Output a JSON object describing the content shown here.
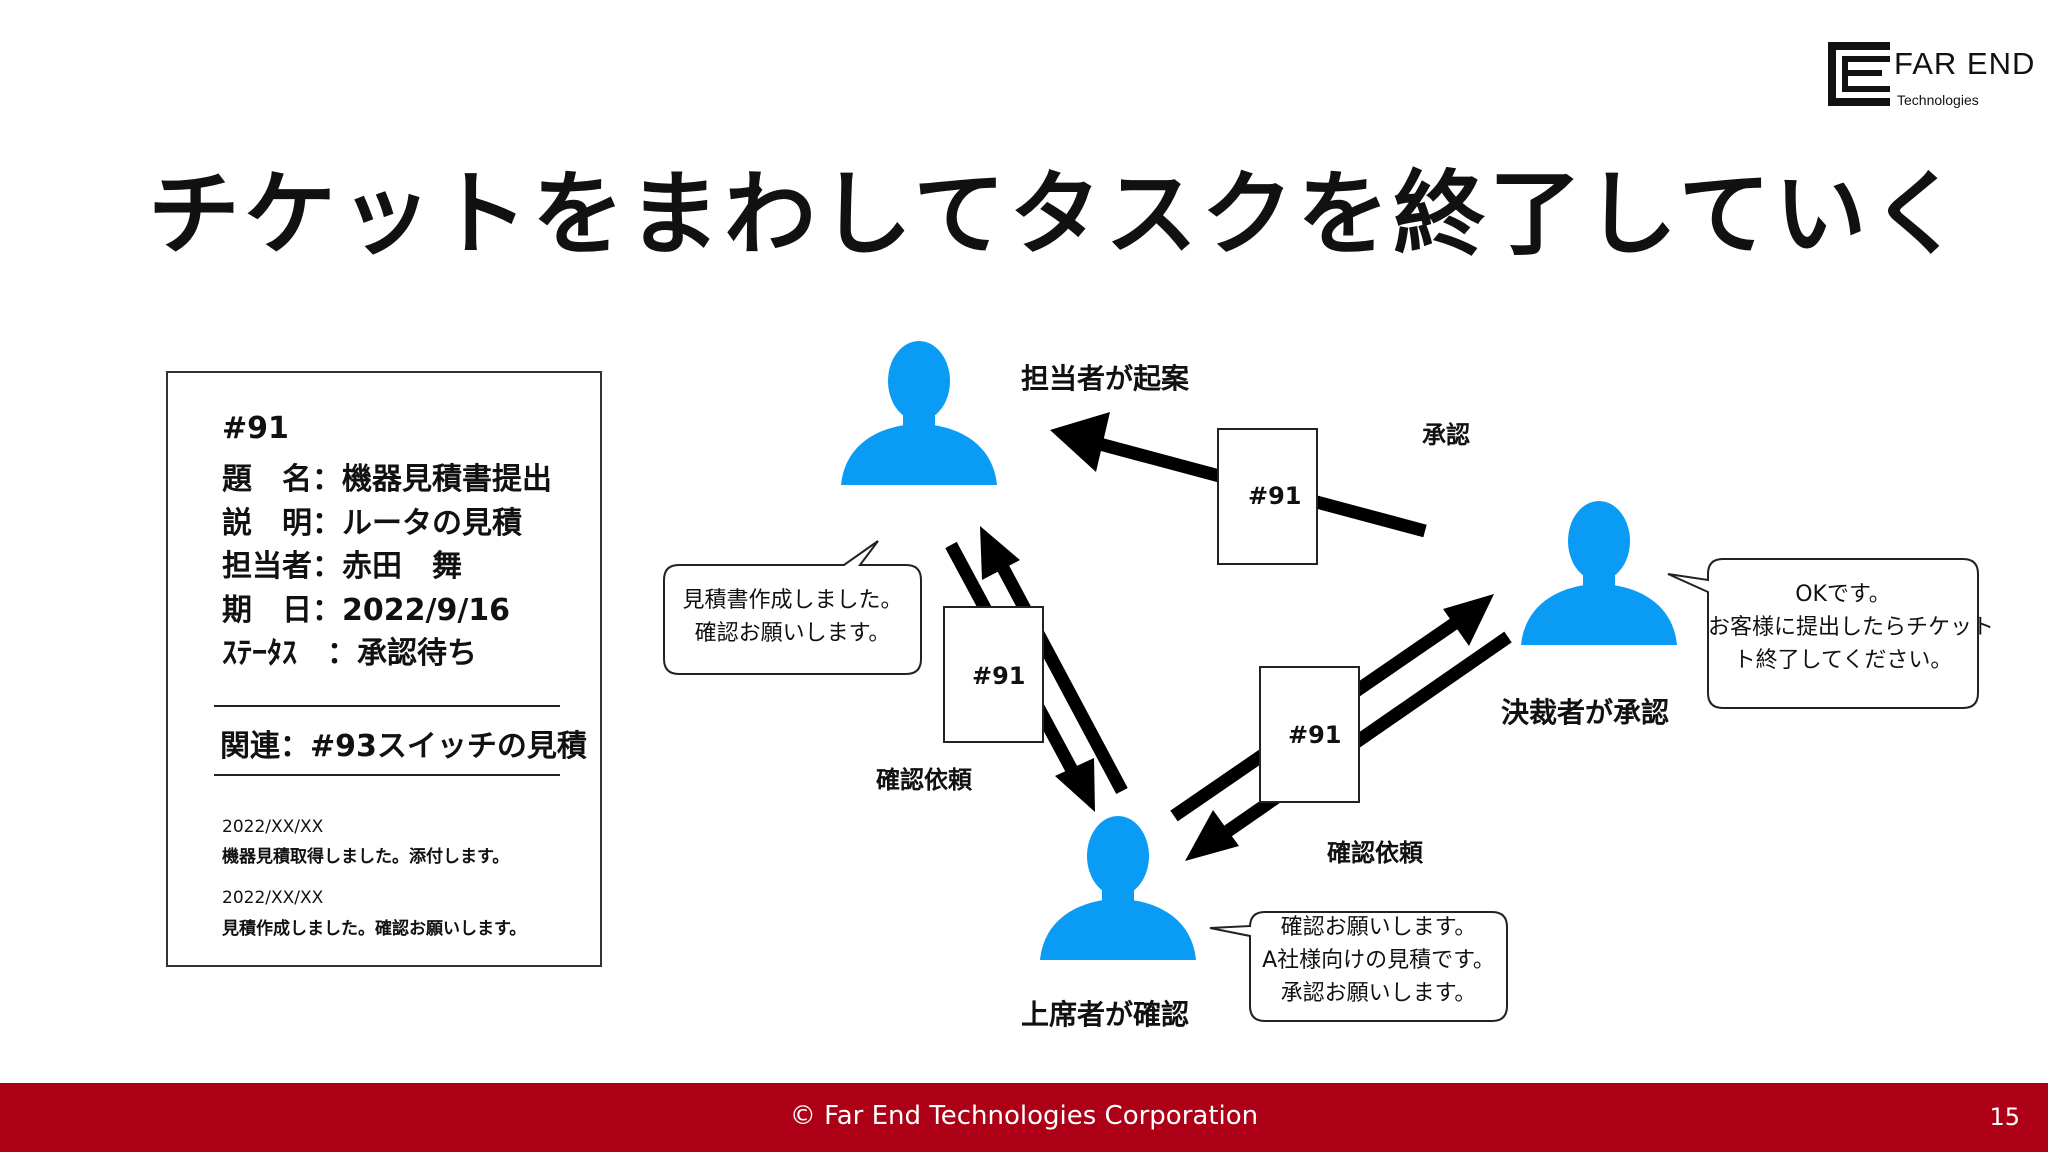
{
  "logo": {
    "name": "FAR END",
    "subtitle": "Technologies"
  },
  "title": "チケットをまわしてタスクを終了していく",
  "ticket": {
    "id": "#91",
    "fields": [
      "題　名：機器見積書提出",
      "説　明：ルータの見積",
      "担当者：赤田　舞",
      "期　日：2022/9/16",
      "ｽﾃｰﾀｽ　：承認待ち"
    ],
    "related": "関連：#93スイッチの見積",
    "comments": [
      {
        "date": "2022/XX/XX",
        "text": "機器見積取得しました。添付します。"
      },
      {
        "date": "2022/XX/XX",
        "text": "見積作成しました。確認お願いします。"
      }
    ]
  },
  "roles": {
    "owner": "担当者が起案",
    "supervisor": "上席者が確認",
    "approver": "決裁者が承認"
  },
  "doc_labels": [
    "#91",
    "#91",
    "#91"
  ],
  "arrow_labels": {
    "approve": "承認",
    "request_left": "確認依頼",
    "request_right": "確認依頼"
  },
  "bubbles": {
    "owner": [
      "見積書作成しました。",
      "確認お願いします。"
    ],
    "approver": [
      "OKです。",
      "お客様に提出したらチケット",
      "ト終了してください。"
    ],
    "supervisor": [
      "確認お願いします。",
      "A社様向けの見積です。",
      "承認お願いします。"
    ]
  },
  "colors": {
    "person": "#0a9cf5",
    "footer": "#ad0017"
  },
  "footer": {
    "copyright": "© Far End Technologies Corporation",
    "page": "15"
  }
}
